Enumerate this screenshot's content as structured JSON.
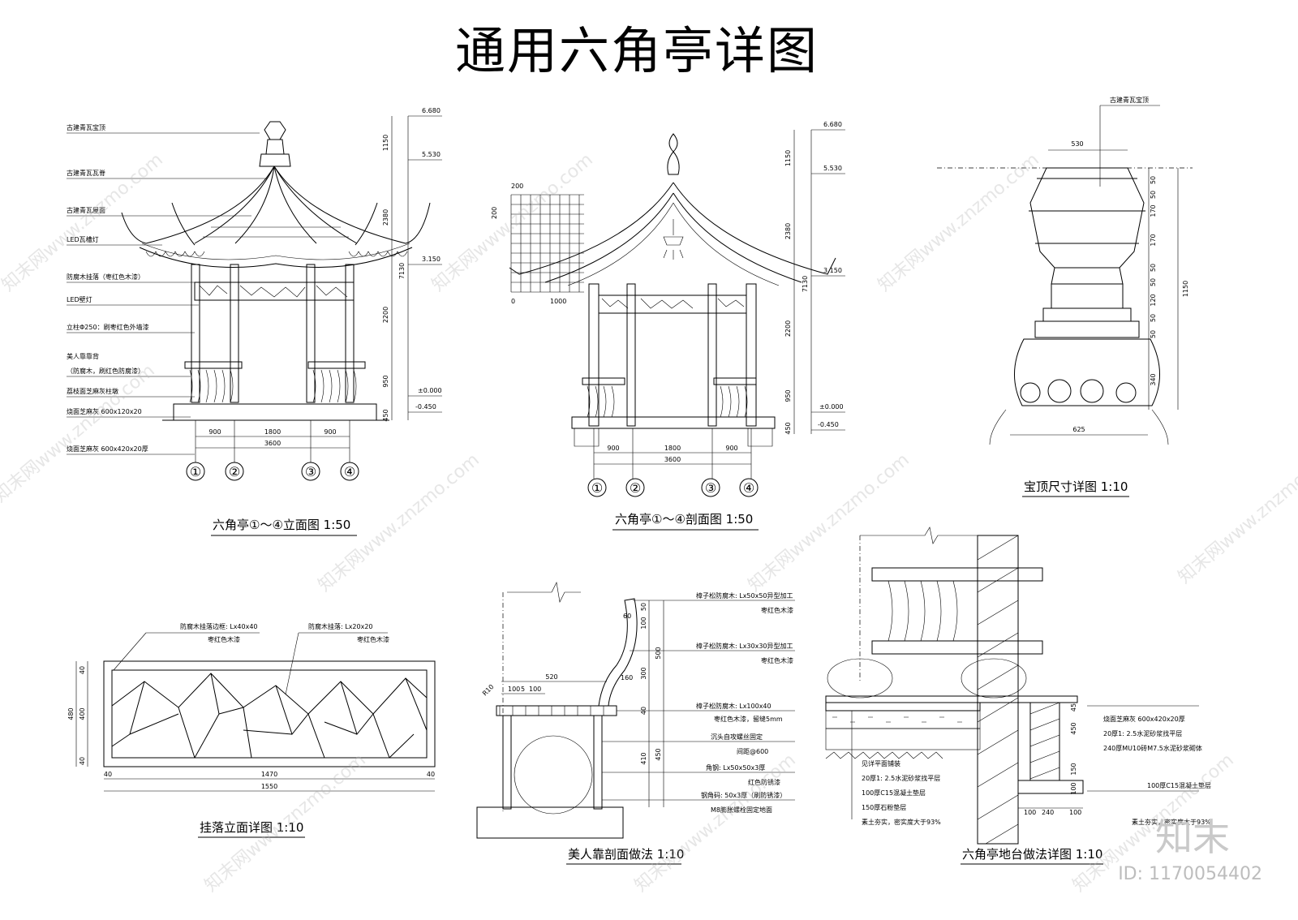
{
  "title": "通用六角亭详图",
  "elevation": {
    "caption": "六角亭①～④立面图 1:50",
    "labels": [
      "古建青瓦宝顶",
      "古建青瓦瓦脊",
      "古建青瓦屋面",
      "LED瓦槽灯",
      "防腐木挂落（枣红色木漆）",
      "LED壁灯",
      "立柱Φ250：刷枣红色外墙漆",
      "美人靠靠背",
      "（防腐木，刷红色防腐漆）",
      "荔枝面芝麻灰柱墩",
      "烧面芝麻灰 600x120x20",
      "烧面芝麻灰 600x420x20厚"
    ],
    "levels": [
      "6.680",
      "5.530",
      "3.150",
      "±0.000",
      "-0.450"
    ],
    "vdims": [
      "1150",
      "2380",
      "7130",
      "2200",
      "950",
      "450"
    ],
    "hdims": [
      "900",
      "1800",
      "900",
      "3600"
    ],
    "axes": [
      "①",
      "②",
      "③",
      "④"
    ]
  },
  "section": {
    "caption": "六角亭①～④剖面图 1:50",
    "grid_labels": [
      "200",
      "200",
      "0",
      "1000"
    ],
    "levels": [
      "6.680",
      "5.530",
      "3.150",
      "±0.000",
      "-0.450"
    ],
    "vdims": [
      "1150",
      "2380",
      "7130",
      "2200",
      "950",
      "450"
    ],
    "hdims": [
      "900",
      "1800",
      "900",
      "3600"
    ],
    "axes": [
      "①",
      "②",
      "③",
      "④"
    ]
  },
  "finial": {
    "caption": "宝顶尺寸详图 1:10",
    "label": "古建青瓦宝顶",
    "top_width": "530",
    "bottom_width": "625",
    "vdims": [
      "50",
      "50",
      "170",
      "170",
      "50",
      "50",
      "120",
      "50",
      "50",
      "340"
    ],
    "total": "1150"
  },
  "lattice": {
    "caption": "挂落立面详图 1:10",
    "label_left": [
      "防腐木挂落边框: Lx40x40",
      "枣红色木漆"
    ],
    "label_right": [
      "防腐木挂落: Lx20x20",
      "枣红色木漆"
    ],
    "vdims": [
      "40",
      "400",
      "40",
      "480"
    ],
    "hdims": [
      "40",
      "1470",
      "40",
      "1550"
    ]
  },
  "bench": {
    "caption": "美人靠剖面做法 1:10",
    "dims": [
      "R10",
      "100",
      "5",
      "100",
      "520",
      "160",
      "60",
      "50",
      "100",
      "500",
      "300",
      "40",
      "450",
      "410"
    ],
    "labels": [
      "樟子松防腐木: Lx50x50异型加工",
      "枣红色木漆",
      "樟子松防腐木: Lx30x30异型加工",
      "枣红色木漆",
      "樟子松防腐木: Lx100x40",
      "枣红色木漆，留缝5mm",
      "沉头自攻螺丝固定",
      "间距@600",
      "角钢: Lx50x50x3厚",
      "红色防锈漆",
      "钢角码: 50x3厚（刷防锈漆）",
      "M8膨胀螺栓固定地面"
    ]
  },
  "platform": {
    "caption": "六角亭地台做法详图 1:10",
    "labels_right": [
      "烧面芝麻灰 600x420x20厚",
      "20厚1: 2.5水泥砂浆找平层",
      "240厚MU10砖M7.5水泥砂浆砌体",
      "100厚C15混凝土垫层",
      "素土夯实，密实度大于93%"
    ],
    "labels_left": [
      "见详平面铺装",
      "20厚1: 2.5水泥砂浆找平层",
      "100厚C15混凝土垫层",
      "150厚石粉垫层",
      "素土夯实，密实度大于93%"
    ],
    "dims": [
      "45",
      "450",
      "150",
      "100",
      "100",
      "240",
      "100"
    ]
  },
  "watermark": {
    "text": "知末网www.znzmo.com",
    "brand": "知末",
    "id": "ID: 1170054402"
  }
}
